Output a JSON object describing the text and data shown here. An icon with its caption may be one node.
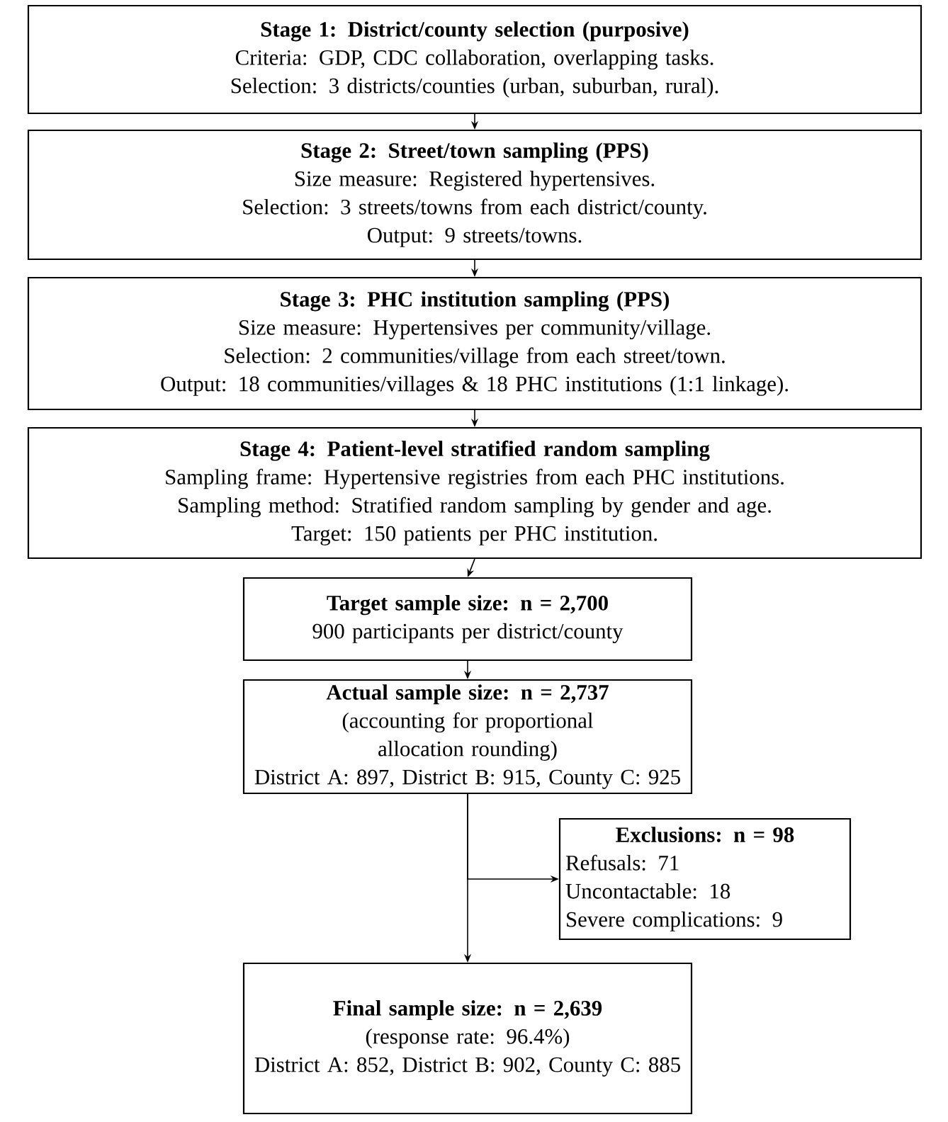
{
  "diagram": {
    "nodes": [
      {
        "text": [
          "Stage 1: District/county selection (purposive)",
          "Criteria: GDP, CDC collaboration, overlapping tasks.",
          "Selection: 3 districts/counties (urban, suburban, rural)."
        ]
      },
      {
        "text": [
          "Stage 2: Street/town sampling (PPS)",
          "Size measure: Registered hypertensives.",
          "Selection: 3 streets/towns from each district/county.",
          "Output: 9 streets/towns."
        ]
      },
      {
        "text": [
          "Stage 3: PHC institution sampling (PPS)",
          "Size measure: Hypertensives per community/village.",
          "Selection: 2 communities/village from each street/town.",
          "Output: 18 communities/villages & 18 PHC institutions (1:1 linkage)."
        ]
      },
      {
        "text": [
          "Stage 4: Patient-level stratified random sampling",
          "Sampling frame: Hypertensive registries from each PHC institutions.",
          "Sampling method: Stratified random sampling by gender and age.",
          "Target: 150 patients per PHC institution."
        ]
      },
      {
        "text": [
          "Target sample size: n = 2,700",
          "900 participants per district/county"
        ]
      },
      {
        "text": [
          "Actual sample size: n = 2,737",
          "(accounting for proportional allocation rounding)",
          "District A: 897, District B: 915, County C: 925"
        ]
      },
      {
        "text": [
          "Exclusions: n = 98",
          "Refusals: 71",
          "Uncontactable: 18",
          "Severe complications: 9"
        ]
      },
      {
        "text": [
          "Final sample size: n = 2,639",
          "(response rate: 96.4%)",
          "District A: 852, District B: 902, County C: 885"
        ]
      }
    ],
    "edges": [
      {
        "from": 0,
        "to": 1,
        "arrow": "to"
      },
      {
        "from": 1,
        "to": 2,
        "arrow": "to"
      },
      {
        "from": 2,
        "to": 3,
        "arrow": "to"
      },
      {
        "from": 3,
        "to": 4,
        "arrow": "to"
      },
      {
        "from": 4,
        "to": 5,
        "arrow": "to"
      },
      {
        "from": 5,
        "to": 6,
        "arrow": "to"
      },
      {
        "from": 5,
        "to": 7,
        "arrow": "to"
      }
    ]
  }
}
